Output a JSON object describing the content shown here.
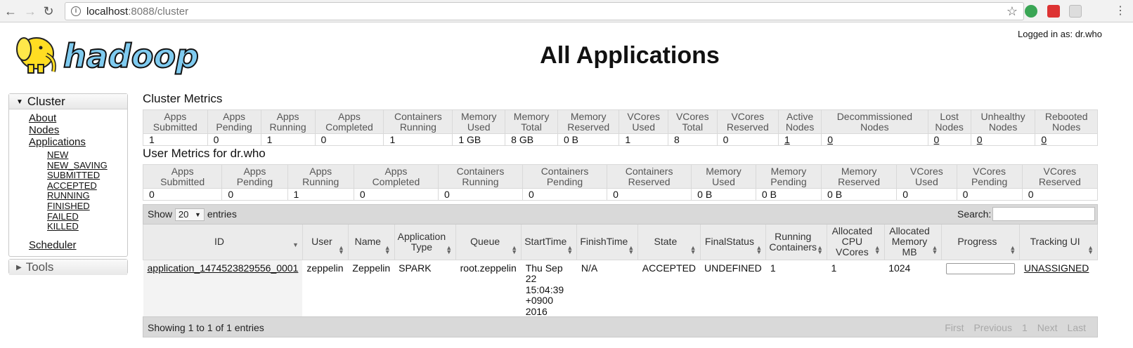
{
  "browser": {
    "url_host": "localhost",
    "url_rest": ":8088/cluster"
  },
  "header": {
    "title": "All Applications",
    "logged_in": "Logged in as: dr.who",
    "logo_text": "hadoop"
  },
  "sidebar": {
    "cluster_label": "Cluster",
    "links": [
      "About",
      "Nodes",
      "Applications"
    ],
    "app_states": [
      "NEW",
      "NEW_SAVING",
      "SUBMITTED",
      "ACCEPTED",
      "RUNNING",
      "FINISHED",
      "FAILED",
      "KILLED"
    ],
    "scheduler": "Scheduler",
    "tools_label": "Tools"
  },
  "cluster_metrics": {
    "title": "Cluster Metrics",
    "headers": [
      [
        "Apps",
        "Submitted"
      ],
      [
        "Apps",
        "Pending"
      ],
      [
        "Apps",
        "Running"
      ],
      [
        "Apps",
        "Completed"
      ],
      [
        "Containers",
        "Running"
      ],
      [
        "Memory",
        "Used"
      ],
      [
        "Memory",
        "Total"
      ],
      [
        "Memory",
        "Reserved"
      ],
      [
        "VCores",
        "Used"
      ],
      [
        "VCores",
        "Total"
      ],
      [
        "VCores",
        "Reserved"
      ],
      [
        "Active",
        "Nodes"
      ],
      [
        "Decommissioned",
        "Nodes"
      ],
      [
        "Lost",
        "Nodes"
      ],
      [
        "Unhealthy",
        "Nodes"
      ],
      [
        "Rebooted",
        "Nodes"
      ]
    ],
    "values": [
      "1",
      "0",
      "1",
      "0",
      "1",
      "1 GB",
      "8 GB",
      "0 B",
      "1",
      "8",
      "0",
      "1",
      "0",
      "0",
      "0",
      "0"
    ],
    "link_columns": [
      11,
      12,
      13,
      14,
      15
    ]
  },
  "user_metrics": {
    "title": "User Metrics for dr.who",
    "headers": [
      [
        "Apps",
        "Submitted"
      ],
      [
        "Apps",
        "Pending"
      ],
      [
        "Apps",
        "Running"
      ],
      [
        "Apps",
        "Completed"
      ],
      [
        "Containers",
        "Running"
      ],
      [
        "Containers",
        "Pending"
      ],
      [
        "Containers",
        "Reserved"
      ],
      [
        "Memory",
        "Used"
      ],
      [
        "Memory",
        "Pending"
      ],
      [
        "Memory",
        "Reserved"
      ],
      [
        "VCores",
        "Used"
      ],
      [
        "VCores",
        "Pending"
      ],
      [
        "VCores",
        "Reserved"
      ]
    ],
    "values": [
      "0",
      "0",
      "1",
      "0",
      "0",
      "0",
      "0",
      "0 B",
      "0 B",
      "0 B",
      "0",
      "0",
      "0"
    ]
  },
  "apps_table": {
    "show_label": "Show",
    "entries_value": "20",
    "entries_label": "entries",
    "search_label": "Search:",
    "headers": [
      [
        "ID"
      ],
      [
        "User"
      ],
      [
        "Name"
      ],
      [
        "Application",
        "Type"
      ],
      [
        "Queue"
      ],
      [
        "StartTime"
      ],
      [
        "FinishTime"
      ],
      [
        "State"
      ],
      [
        "FinalStatus"
      ],
      [
        "Running",
        "Containers"
      ],
      [
        "Allocated",
        "CPU",
        "VCores"
      ],
      [
        "Allocated",
        "Memory",
        "MB"
      ],
      [
        "Progress"
      ],
      [
        "Tracking UI"
      ]
    ],
    "rows": [
      {
        "id": "application_1474523829556_0001",
        "user": "zeppelin",
        "name": "Zeppelin",
        "type": "SPARK",
        "queue": "root.zeppelin",
        "start_time": [
          "Thu Sep",
          "22",
          "15:04:39",
          "+0900",
          "2016"
        ],
        "finish_time": "N/A",
        "state": "ACCEPTED",
        "final_status": "UNDEFINED",
        "running_containers": "1",
        "allocated_vcores": "1",
        "allocated_memory": "1024",
        "progress": 0,
        "tracking_ui": "UNASSIGNED"
      }
    ],
    "footer_info": "Showing 1 to 1 of 1 entries",
    "pager": [
      "First",
      "Previous",
      "1",
      "Next",
      "Last"
    ]
  }
}
